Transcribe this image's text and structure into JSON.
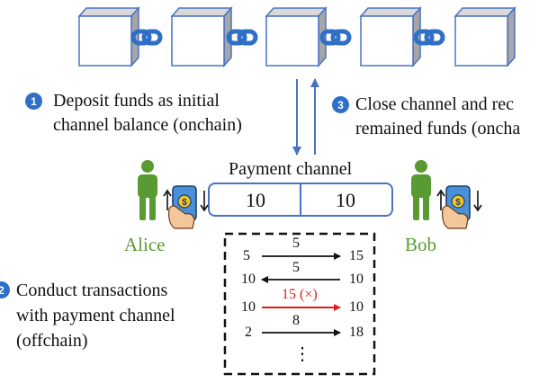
{
  "blockchain": {
    "block_count": 5,
    "link_count": 4
  },
  "steps": [
    {
      "number": "1",
      "lines": [
        "Deposit funds as initial",
        "channel balance (onchain)"
      ]
    },
    {
      "number": "3",
      "lines": [
        "Close channel  and rec",
        "remained funds (oncha"
      ]
    },
    {
      "number": "2",
      "lines": [
        "Conduct transactions",
        "with payment channel",
        "(offchain)"
      ]
    }
  ],
  "channel": {
    "title": "Payment channel",
    "balances": [
      "10",
      "10"
    ]
  },
  "parties": {
    "left": "Alice",
    "right": "Bob"
  },
  "transactions": [
    {
      "before": "5",
      "amount": "5",
      "after": "15",
      "direction": "right",
      "failed": false
    },
    {
      "before": "10",
      "amount": "5",
      "after": "10",
      "direction": "left",
      "failed": false
    },
    {
      "before": "10",
      "amount": "15 (×)",
      "after": "10",
      "direction": "right",
      "failed": true
    },
    {
      "before": "2",
      "amount": "8",
      "after": "18",
      "direction": "right",
      "failed": false
    }
  ],
  "more_indicator": "⋮",
  "colors": {
    "block_face": "#ffffff",
    "block_side": "#a6a6a6",
    "block_top": "#d9d9d9",
    "link": "#2f6fc6",
    "arrow": "#4a72c4",
    "channel_border": "#4a72c4",
    "person": "#5a9a32",
    "failed": "#e0201a",
    "badge": "#2f6fc6"
  },
  "icons": [
    "blockchain-block-icon",
    "chain-link-icon",
    "person-icon",
    "smartphone-coin-icon",
    "hand-icon"
  ]
}
